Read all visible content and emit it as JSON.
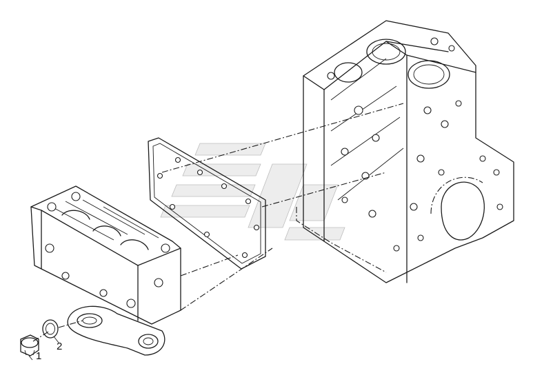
{
  "diagram": {
    "callouts": [
      {
        "number": "1",
        "part": "plug"
      },
      {
        "number": "2",
        "part": "sealing ring"
      }
    ],
    "colors": {
      "ink": "#1a1a1a",
      "watermark": "#ededed"
    }
  }
}
